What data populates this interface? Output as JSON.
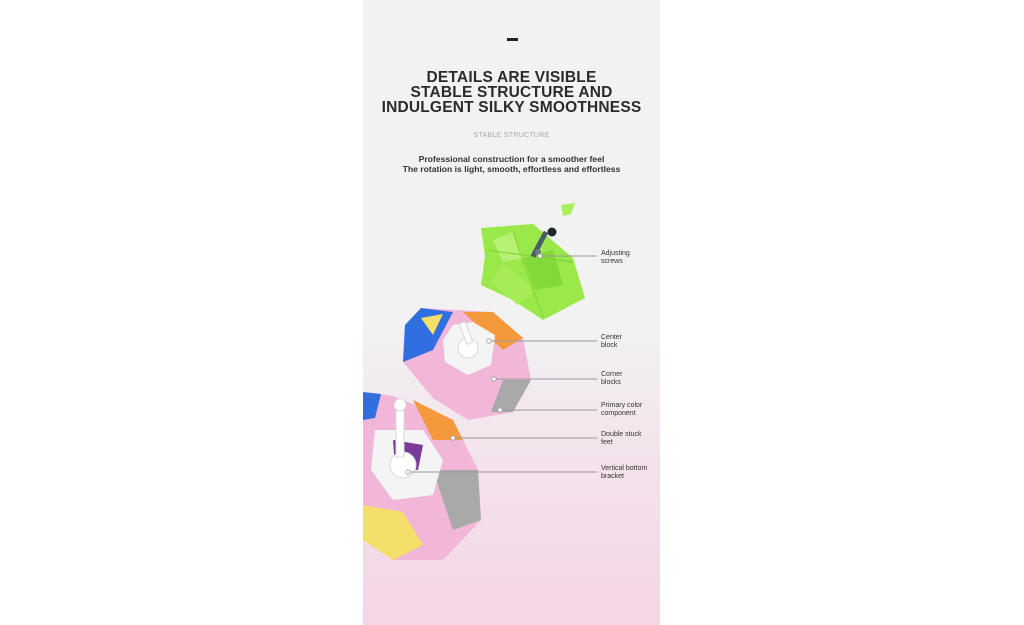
{
  "headline": {
    "line1": "DETAILS ARE VISIBLE",
    "line2": "STABLE STRUCTURE AND",
    "line3": "INDULGENT SILKY SMOOTHNESS"
  },
  "subtag": "STABLE STRUCTURE",
  "description": {
    "line1": "Professional construction for a smoother feel",
    "line2": "The rotation is light, smooth, effortless and effortless"
  },
  "callouts": [
    {
      "line1": "Adjusting",
      "line2": "screws"
    },
    {
      "line1": "Center",
      "line2": "block"
    },
    {
      "line1": "Corner",
      "line2": "blocks"
    },
    {
      "line1": "Primary color",
      "line2": "component"
    },
    {
      "line1": "Double stuck",
      "line2": "feet"
    },
    {
      "line1": "Vertical bottom",
      "line2": "bracket"
    }
  ],
  "colors": {
    "green": "#9ae84a",
    "pink": "#f2b6d8",
    "blue": "#2f6fe0",
    "orange": "#f49a3c",
    "yellow": "#f3df6a",
    "gray": "#a9a9a9",
    "text": "#2b2b2b"
  }
}
